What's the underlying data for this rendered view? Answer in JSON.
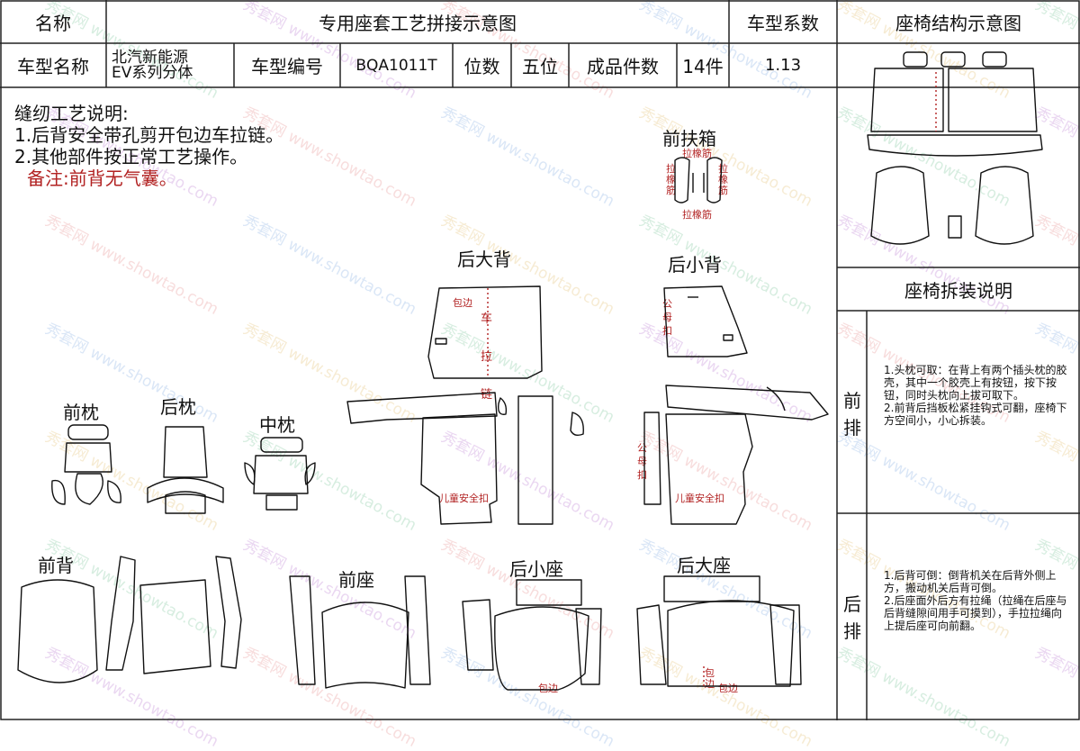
{
  "header": {
    "name_label": "名称",
    "title": "专用座套工艺拼接示意图",
    "coef_label": "车型系数",
    "struct_title": "座椅结构示意图",
    "model_name_label": "车型名称",
    "model_name_value": [
      "北汽新能源",
      "EV系列分体"
    ],
    "model_no_label": "车型编号",
    "model_no_value": "BQA1011T",
    "seats_label": "位数",
    "seats_value": "五位",
    "pieces_label": "成品件数",
    "pieces_value": "14件",
    "coef_value": "1.13"
  },
  "notes": {
    "title": "缝纫工艺说明:",
    "line1": "1.后背安全带孔剪开包边车拉链。",
    "line2": "2.其他部件按正常工艺操作。",
    "remark": "备注:前背无气囊。"
  },
  "parts": {
    "front_armrest": "前扶箱",
    "rear_big_back": "后大背",
    "rear_small_back": "后小背",
    "front_pillow": "前枕",
    "rear_pillow": "后枕",
    "mid_pillow": "中枕",
    "front_back": "前背",
    "front_seat": "前座",
    "rear_small_seat": "后小座",
    "rear_big_seat": "后大座"
  },
  "marks": {
    "elastic": "拉橡筋",
    "elastic_v": [
      "拉",
      "橡",
      "筋"
    ],
    "binding": "包边",
    "zipper_v": [
      "车",
      "拉",
      "链"
    ],
    "snap_v": [
      "公",
      "母",
      "扣"
    ],
    "child_safety": "儿童安全扣",
    "binding_v": [
      "包",
      "边"
    ]
  },
  "side": {
    "disassembly_title": "座椅拆装说明",
    "front_row": [
      "前",
      "排"
    ],
    "rear_row": [
      "后",
      "排"
    ],
    "front_text": "1.头枕可取：在背上有两个插头枕的胶壳，其中一个胶壳上有按钮，按下按钮，同时头枕向上拔可取下。\n2.前背后挡板松紧挂钩式可翻，座椅下方空间小，小心拆装。",
    "rear_text": "1.后背可倒：倒背机关在后背外侧上方，搬动机关后背可倒。\n2.后座面外后方有拉绳（拉绳在后座与后背缝隙间用手可摸到），手拉拉绳向上提后座可向前翻。"
  },
  "watermark": {
    "brand": "秀套网",
    "site": "www.showtao.com"
  }
}
